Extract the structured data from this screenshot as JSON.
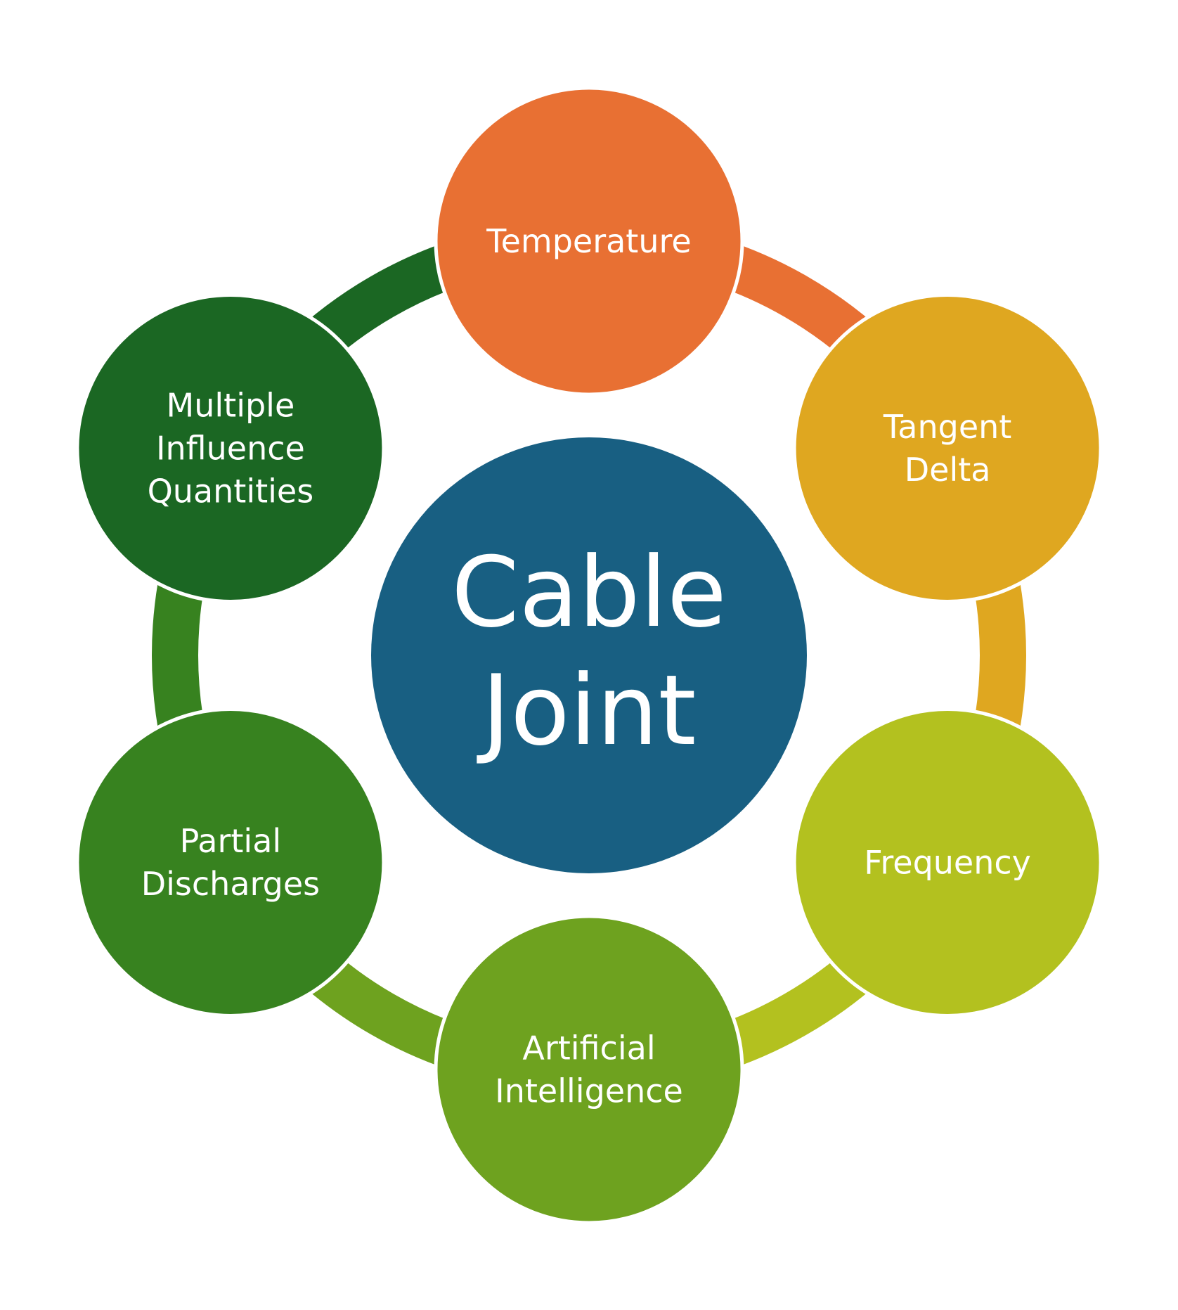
{
  "center": {
    "lines": [
      "Cable",
      "Joint"
    ],
    "color": "#185f82"
  },
  "nodes": [
    {
      "id": "temperature",
      "lines": [
        "Temperature"
      ],
      "color": "#e87033"
    },
    {
      "id": "tangent-delta",
      "lines": [
        "Tangent",
        "Delta"
      ],
      "color": "#dfa720"
    },
    {
      "id": "frequency",
      "lines": [
        "Frequency"
      ],
      "color": "#b3c11f"
    },
    {
      "id": "artificial-intelligence",
      "lines": [
        "Artificial",
        "Intelligence"
      ],
      "color": "#6ea21f"
    },
    {
      "id": "partial-discharges",
      "lines": [
        "Partial",
        "Discharges"
      ],
      "color": "#37821f"
    },
    {
      "id": "multiple-influence-quantities",
      "lines": [
        "Multiple",
        "Influence",
        "Quantities"
      ],
      "color": "#1b6723"
    }
  ]
}
